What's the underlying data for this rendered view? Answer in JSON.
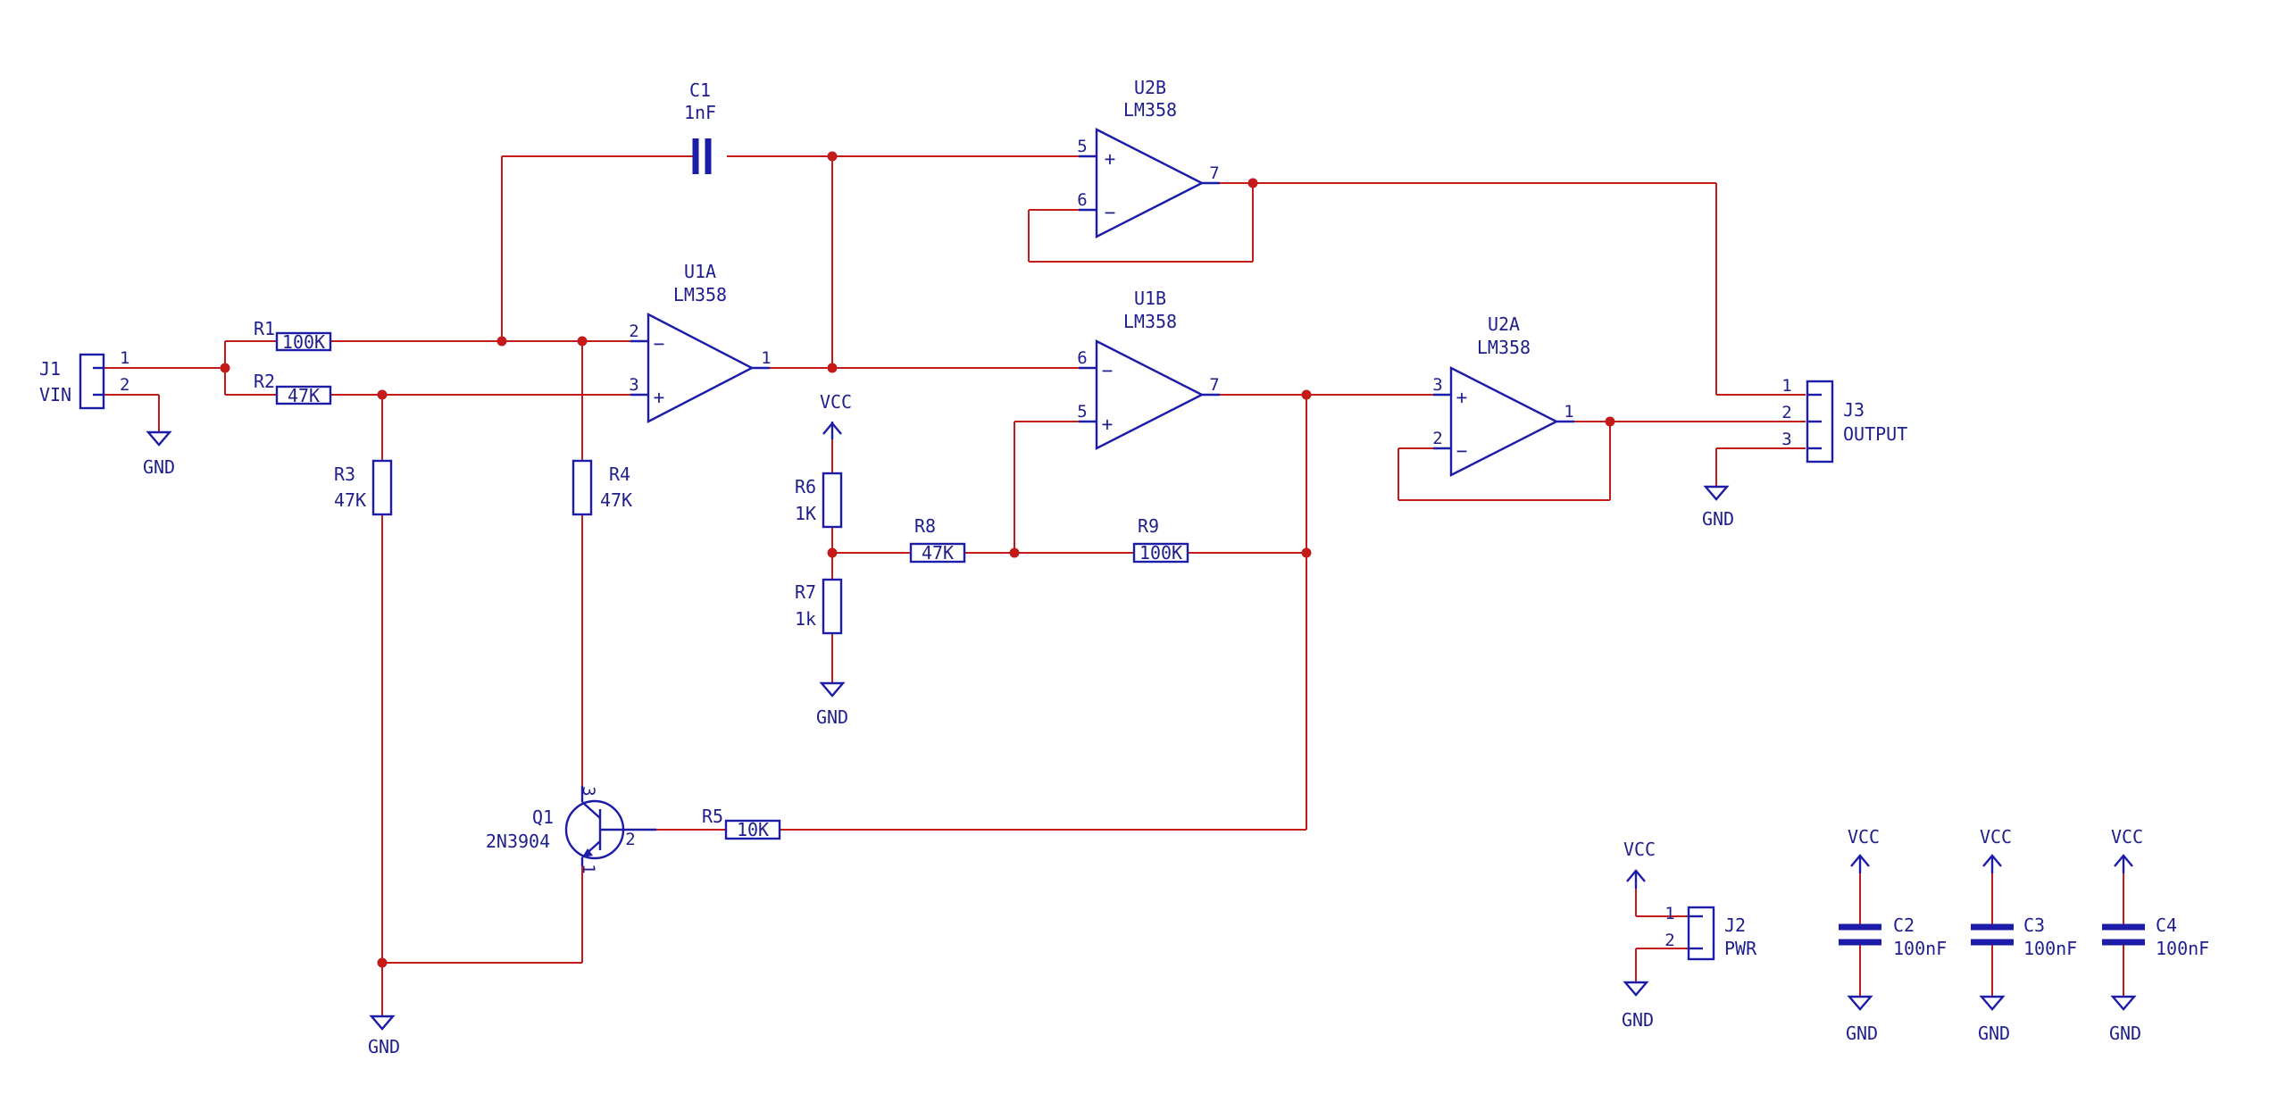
{
  "components": {
    "C1": {
      "ref": "C1",
      "value": "1nF"
    },
    "U2B": {
      "ref": "U2B",
      "value": "LM358",
      "pin_plus": "5",
      "pin_minus": "6",
      "pin_out": "7"
    },
    "U1A": {
      "ref": "U1A",
      "value": "LM358",
      "pin_minus": "2",
      "pin_plus": "3",
      "pin_out": "1"
    },
    "U1B": {
      "ref": "U1B",
      "value": "LM358",
      "pin_minus": "6",
      "pin_plus": "5",
      "pin_out": "7"
    },
    "U2A": {
      "ref": "U2A",
      "value": "LM358",
      "pin_plus": "3",
      "pin_minus": "2",
      "pin_out": "1"
    },
    "J1": {
      "ref": "J1",
      "value": "VIN",
      "pin1": "1",
      "pin2": "2"
    },
    "J2": {
      "ref": "J2",
      "value": "PWR",
      "pin1": "1",
      "pin2": "2"
    },
    "J3": {
      "ref": "J3",
      "value": "OUTPUT",
      "pin1": "1",
      "pin2": "2",
      "pin3": "3"
    },
    "R1": {
      "ref": "R1",
      "value": "100K"
    },
    "R2": {
      "ref": "R2",
      "value": "47K"
    },
    "R3": {
      "ref": "R3",
      "value": "47K"
    },
    "R4": {
      "ref": "R4",
      "value": "47K"
    },
    "R5": {
      "ref": "R5",
      "value": "10K"
    },
    "R6": {
      "ref": "R6",
      "value": "1K"
    },
    "R7": {
      "ref": "R7",
      "value": "1k"
    },
    "R8": {
      "ref": "R8",
      "value": "47K"
    },
    "R9": {
      "ref": "R9",
      "value": "100K"
    },
    "Q1": {
      "ref": "Q1",
      "value": "2N3904",
      "pin_c": "3",
      "pin_b": "2",
      "pin_e": "1"
    },
    "C2": {
      "ref": "C2",
      "value": "100nF"
    },
    "C3": {
      "ref": "C3",
      "value": "100nF"
    },
    "C4": {
      "ref": "C4",
      "value": "100nF"
    }
  },
  "power": {
    "vcc": "VCC",
    "gnd": "GND"
  },
  "colors": {
    "wire": "#c41a1a",
    "symbol": "#1c1ca8",
    "text": "#1e1e8c",
    "junction": "#c41a1a"
  }
}
